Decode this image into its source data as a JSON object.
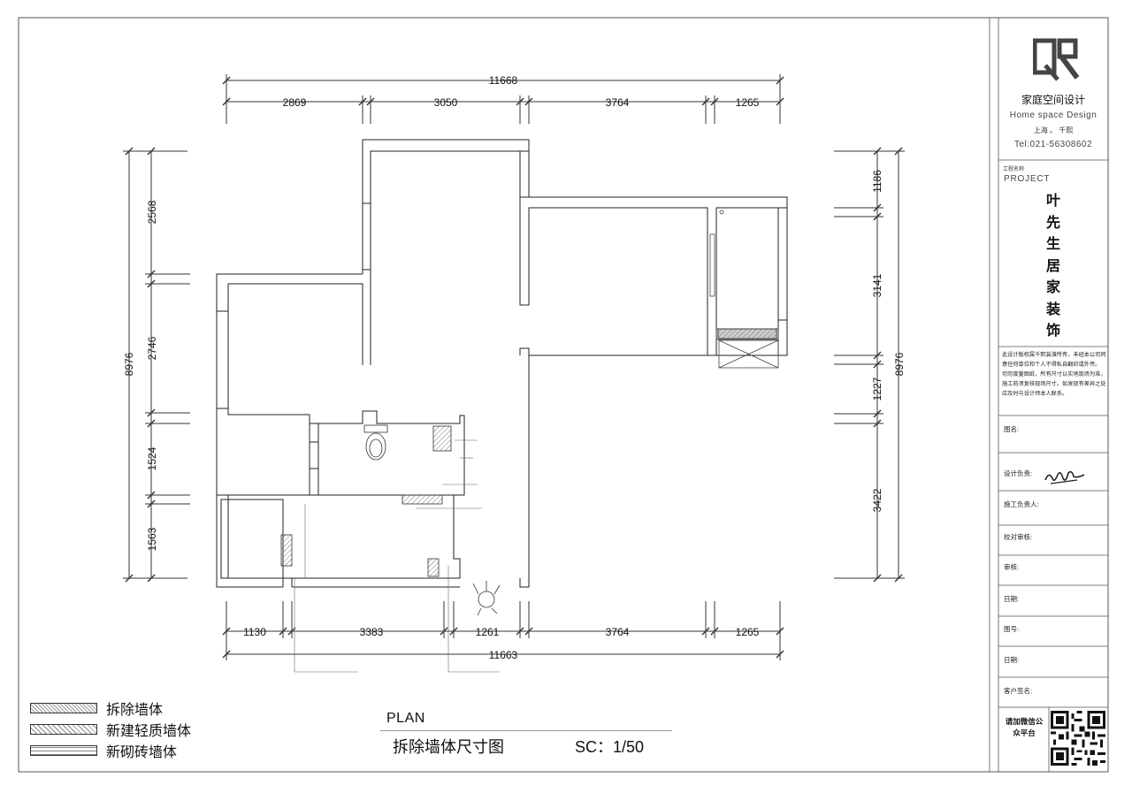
{
  "top_dimensions": {
    "total": "11668",
    "segments": [
      "2869",
      "3050",
      "3764",
      "1265"
    ]
  },
  "bottom_dimensions": {
    "total": "11663",
    "segments": [
      "1130",
      "3383",
      "1261",
      "3764",
      "1265"
    ]
  },
  "left_dimensions": {
    "total": "8976",
    "segments": [
      "2568",
      "2746",
      "1524",
      "1563"
    ]
  },
  "right_dimensions": {
    "total": "8976",
    "segments": [
      "1186",
      "3141",
      "1227",
      "3422"
    ]
  },
  "legend": [
    {
      "label": "拆除墙体",
      "pattern": "demolish"
    },
    {
      "label": "新建轻质墙体",
      "pattern": "light"
    },
    {
      "label": "新砌砖墙体",
      "pattern": "brick"
    }
  ],
  "plan": {
    "label": "PLAN",
    "title": "拆除墙体尺寸图",
    "scale": "SC：1/50"
  },
  "title_block": {
    "company": "家庭空间设计",
    "company_en": "Home space Design",
    "city": "上海 。 千熙",
    "tel": "Tel:021-56308602",
    "project_label": "工程名称",
    "project_en": "PROJECT",
    "project_name": [
      "叶",
      "先",
      "生",
      "居",
      "家",
      "装",
      "饰"
    ],
    "notice": "此设计版权属千熙装潢所有，未经本公司同意任何单位和个人不得私自翻印或外传。  切勿度量图纸，所有尺寸以实地现场为准，施工前须复核现场尺寸。如发现有差异之处应及时与设计师本人联系。",
    "fields": [
      "图名:",
      "设计负责:",
      "施工负责人:",
      "校对审核:",
      "审核:",
      "日期:",
      "图号:",
      "日期:",
      "客户签名:"
    ],
    "wechat": "请加微信公众平台"
  }
}
